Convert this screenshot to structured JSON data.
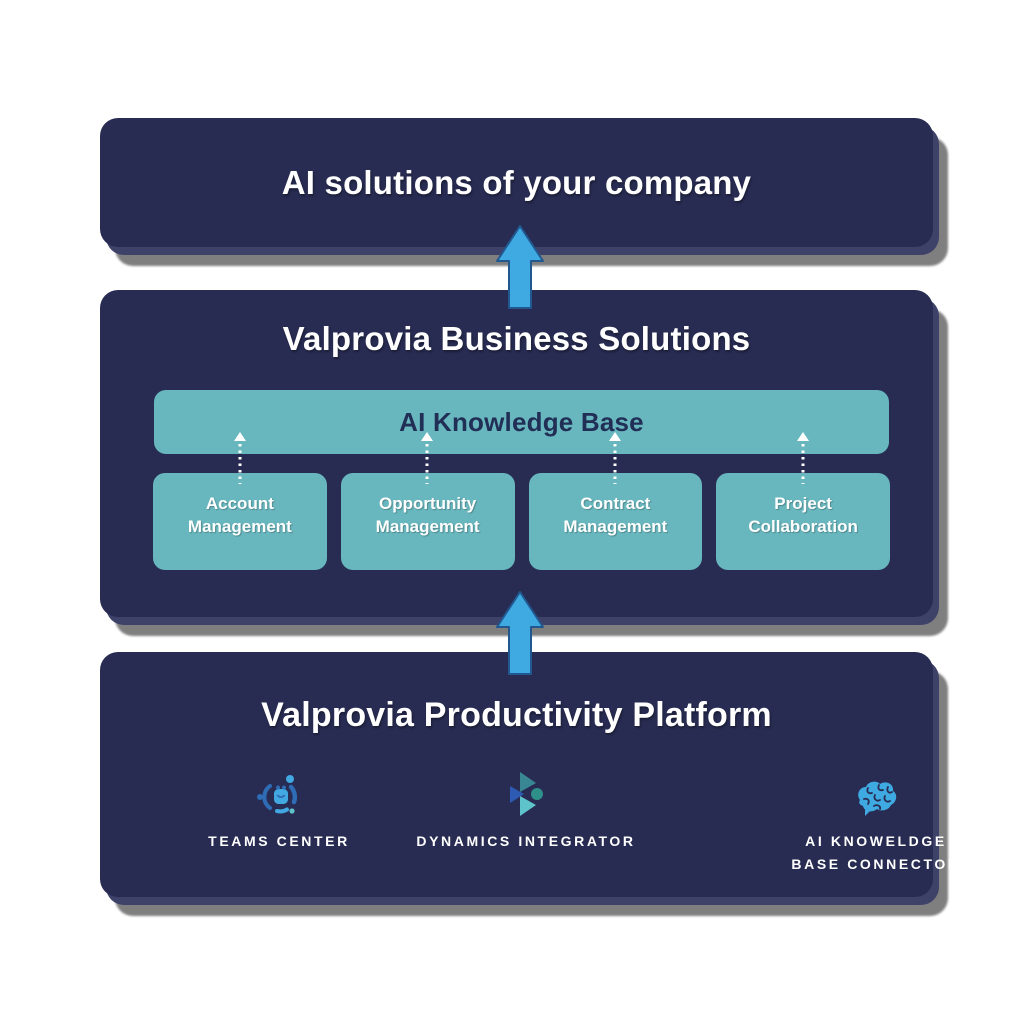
{
  "colors": {
    "panel_navy": "#282c52",
    "panel_shadow_inner": "#3e4268",
    "panel_shadow_gray": "#6d6d6d",
    "teal": "#69b7be",
    "kb_text_navy": "#212f56",
    "arrow_fill_blue": "#3fa9e1",
    "arrow_stroke_blue": "#21588f",
    "logo_blue": "#2e6cb5",
    "logo_light_blue": "#41a8e1",
    "logo_teal": "#2f8f89",
    "logo_light_teal": "#5fc3cc",
    "white": "#ffffff"
  },
  "top_panel": {
    "title": "AI solutions of your company"
  },
  "middle_panel": {
    "title": "Valprovia Business Solutions",
    "knowledge_base_label": "AI Knowledge Base",
    "modules": [
      {
        "line1": "Account",
        "line2": "Management"
      },
      {
        "line1": "Opportunity",
        "line2": "Management"
      },
      {
        "line1": "Contract",
        "line2": "Management"
      },
      {
        "line1": "Project",
        "line2": "Collaboration"
      }
    ]
  },
  "bottom_panel": {
    "title": "Valprovia Productivity Platform",
    "products": [
      {
        "icon": "teams-center-icon",
        "lines": [
          "TEAMS CENTER"
        ]
      },
      {
        "icon": "dynamics-integrator-icon",
        "lines": [
          "DYNAMICS INTEGRATOR"
        ]
      },
      {
        "icon": "ai-knowledge-base-connector-icon",
        "lines": [
          "AI KNOWELDGE",
          "BASE CONNECTOR"
        ]
      }
    ]
  }
}
